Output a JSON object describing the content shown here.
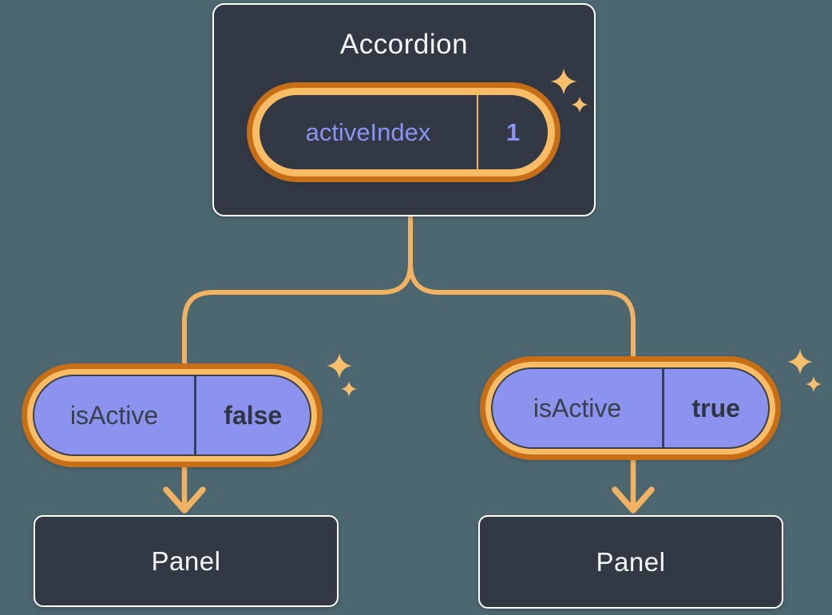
{
  "diagram": {
    "root": {
      "title": "Accordion",
      "state_pill": {
        "label": "activeIndex",
        "value": "1"
      }
    },
    "branches": [
      {
        "prop_pill": {
          "label": "isActive",
          "value": "false"
        },
        "panel_label": "Panel"
      },
      {
        "prop_pill": {
          "label": "isActive",
          "value": "true"
        },
        "panel_label": "Panel"
      }
    ],
    "icons": {
      "sparkle": "four-point-star-sparkle"
    },
    "colors": {
      "background": "#4C6770",
      "box_fill": "#323945",
      "box_border": "#FFFFFF",
      "text_light": "#F6F7F9",
      "pill_fill_purple": "#8B93EE",
      "pill_text_purple": "#8A94F0",
      "text_dark": "#39404C",
      "ring_outer_orange": "#C76E17",
      "ring_inner_orange": "#FABD66",
      "connector_orange": "#F3B261",
      "sparkle_orange": "#F7BE6B"
    }
  }
}
